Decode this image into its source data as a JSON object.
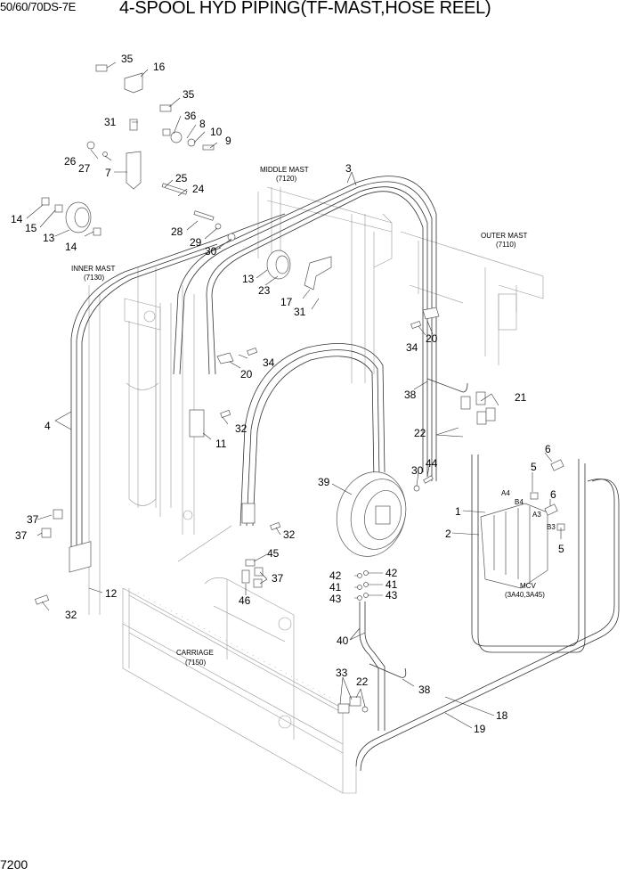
{
  "header": {
    "model": "50/60/70DS-7E",
    "title": "4-SPOOL HYD PIPING(TF-MAST,HOSE REEL)"
  },
  "footer": {
    "page_number": "7200"
  },
  "sections": [
    {
      "id": "middle-mast",
      "name": "MIDDLE MAST",
      "code": "(7120)"
    },
    {
      "id": "outer-mast",
      "name": "OUTER MAST",
      "code": "(7110)"
    },
    {
      "id": "inner-mast",
      "name": "INNER MAST",
      "code": "(7130)"
    },
    {
      "id": "carriage",
      "name": "CARRIAGE",
      "code": "(7150)"
    },
    {
      "id": "mcv",
      "name": "MCV",
      "code": "(3A40,3A45)"
    }
  ],
  "port_labels": [
    "A4",
    "B4",
    "A3",
    "B3"
  ],
  "callouts": [
    "35",
    "16",
    "35",
    "31",
    "36",
    "8",
    "10",
    "9",
    "26",
    "27",
    "7",
    "25",
    "24",
    "14",
    "15",
    "13",
    "14",
    "28",
    "29",
    "30",
    "3",
    "13",
    "23",
    "17",
    "31",
    "34",
    "20",
    "20",
    "34",
    "4",
    "32",
    "11",
    "38",
    "21",
    "22",
    "30",
    "44",
    "6",
    "5",
    "6",
    "1",
    "2",
    "5",
    "39",
    "37",
    "37",
    "32",
    "45",
    "37",
    "46",
    "12",
    "32",
    "42",
    "42",
    "41",
    "41",
    "43",
    "43",
    "40",
    "33",
    "22",
    "38",
    "18",
    "19"
  ]
}
